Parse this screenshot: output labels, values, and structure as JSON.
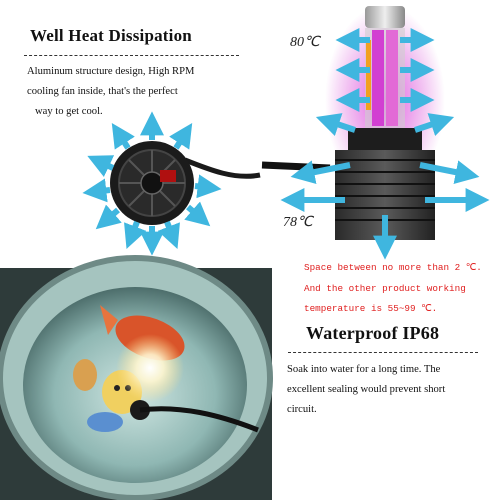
{
  "heat": {
    "title": "Well Heat Dissipation",
    "desc_lines": [
      "Aluminum structure design, High RPM",
      "cooling fan inside, that's the perfect",
      "way to get cool."
    ]
  },
  "bulb": {
    "top_temp": "80℃",
    "bottom_temp": "78℃"
  },
  "spacing_note": {
    "lines": [
      "Space between no more than 2 ℃.",
      "And the other product working",
      "temperature is 55~99 ℃."
    ],
    "color": "#e02020"
  },
  "waterproof": {
    "title": "Waterproof IP68",
    "desc_lines": [
      "Soak into water for a long time. The",
      "excellent sealing would prevent short",
      "circuit."
    ]
  },
  "colors": {
    "arrow": "#42b8e0",
    "glow": "#d23fd2"
  }
}
